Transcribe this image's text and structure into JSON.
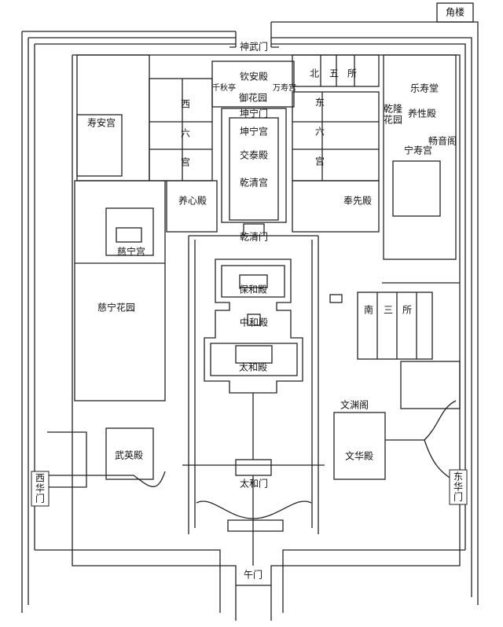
{
  "map": {
    "labels": {
      "corner_tower": "角楼",
      "shenwu_gate": "神武门",
      "qinan_hall": "钦安殿",
      "qianqiu_pavilion": "千秋亭",
      "wanshou_palace": "万寿宫",
      "imperial_garden": "御花园",
      "beiwusuo": [
        "北",
        "五",
        "所"
      ],
      "leshou_hall": "乐寿堂",
      "qianlong_garden": [
        "乾隆",
        "花园"
      ],
      "yangxing_hall": "养性殿",
      "changyin_pavilion": "畅音阁",
      "ningshou_palace": "宁寿宫",
      "shouan_palace": "寿安宫",
      "west_six_palaces": [
        "西",
        "六",
        "宫"
      ],
      "east_six_palaces": [
        "东",
        "六",
        "宫"
      ],
      "kunning_gate": "坤宁门",
      "kunning_palace": "坤宁宫",
      "jiaotai_hall": "交泰殿",
      "qianqing_palace": "乾清宫",
      "yangxin_hall": "养心殿",
      "fengxian_hall": "奉先殿",
      "qianqing_gate": "乾清门",
      "cining_palace": "慈宁宫",
      "baohe_hall": "保和殿",
      "cining_garden": "慈宁花园",
      "zhonghe_hall": "中和殿",
      "nansansuo": [
        "南",
        "三",
        "所"
      ],
      "taihe_hall": "太和殿",
      "wenyuan_pavilion": "文渊阁",
      "wuying_hall": "武英殿",
      "wenhua_hall": "文华殿",
      "xihua_gate": [
        "西",
        "华",
        "门"
      ],
      "donghua_gate": [
        "东",
        "华",
        "门"
      ],
      "taihe_gate": "太和门",
      "meridian_gate": "午门"
    }
  }
}
